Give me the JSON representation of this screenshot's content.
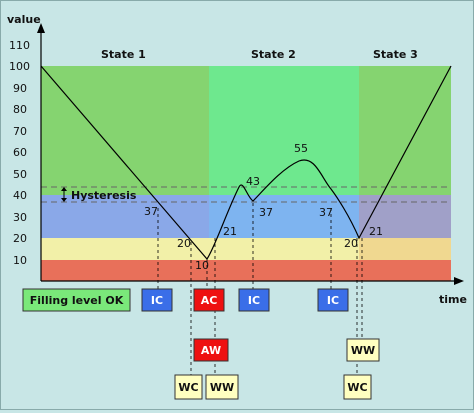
{
  "axis": {
    "y_label": "value",
    "x_label": "time",
    "y_ticks": [
      "10",
      "20",
      "30",
      "40",
      "50",
      "60",
      "70",
      "80",
      "90",
      "100",
      "110"
    ]
  },
  "states": {
    "s1": "State 1",
    "s2": "State 2",
    "s3": "State 3"
  },
  "hysteresis_label": "Hysteresis",
  "point_labels": {
    "p37a": "37",
    "p20a": "20",
    "p10": "10",
    "p21a": "21",
    "p43": "43",
    "p37b": "37",
    "p55": "55",
    "p37c": "37",
    "p20b": "20",
    "p21b": "21"
  },
  "status_box": "Filling level OK",
  "events": {
    "ic1": "IC",
    "ac": "AC",
    "ic2": "IC",
    "ic3": "IC",
    "aw": "AW",
    "wc1": "WC",
    "ww1": "WW",
    "ww2": "WW",
    "wc2": "WC"
  },
  "colors": {
    "zone_green": "#85d470",
    "zone_bright_green": "#6ee88e",
    "zone_blue": "#8aa8e8",
    "zone_yellow": "#f2f0a8",
    "zone_red": "#e8705a",
    "box_blue": "#3a6ee8",
    "box_red": "#ee1111",
    "box_yellow": "#ffffc0",
    "box_green": "#7ae87a"
  }
}
